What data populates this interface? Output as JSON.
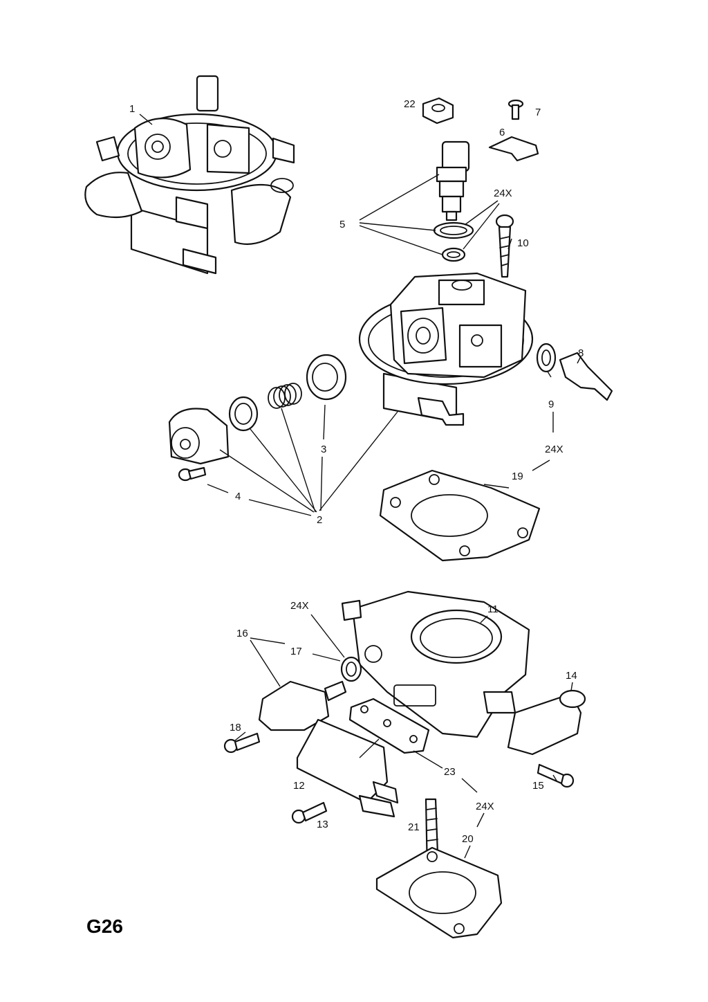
{
  "sheet_code": "G26",
  "callouts": {
    "c1": "1",
    "c2": "2",
    "c3": "3",
    "c4": "4",
    "c5": "5",
    "c6": "6",
    "c7": "7",
    "c8": "8",
    "c9": "9",
    "c10": "10",
    "c11": "11",
    "c12": "12",
    "c13": "13",
    "c14": "14",
    "c15": "15",
    "c16": "16",
    "c17": "17",
    "c18": "18",
    "c19": "19",
    "c20": "20",
    "c21": "21",
    "c22": "22",
    "c23": "23",
    "c24x_a": "24X",
    "c24x_b": "24X",
    "c24x_c": "24X",
    "c24x_d": "24X"
  }
}
